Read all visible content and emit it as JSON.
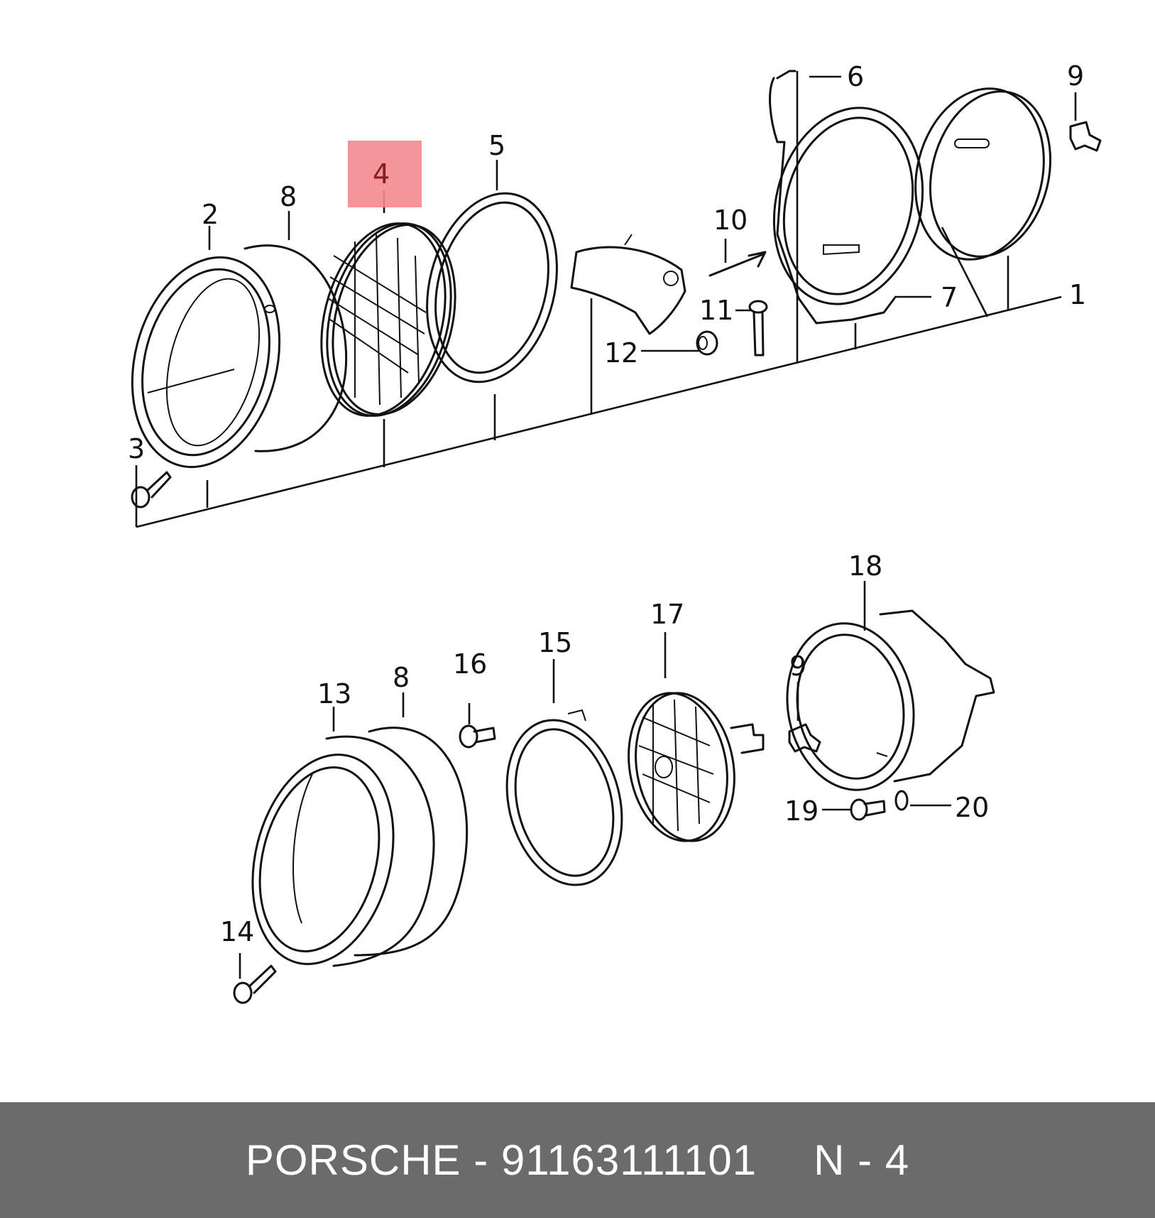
{
  "highlight": {
    "label": "4",
    "color": "#f38a8e"
  },
  "callouts": [
    "1",
    "2",
    "3",
    "4",
    "5",
    "6",
    "7",
    "8",
    "9",
    "10",
    "11",
    "12",
    "8",
    "9",
    "13",
    "14",
    "15",
    "16",
    "17",
    "18",
    "19",
    "20"
  ],
  "footer": {
    "part_text": "PORSCHE - 91163111101",
    "ref_text": "N - 4",
    "background": "#6b6b6b"
  }
}
